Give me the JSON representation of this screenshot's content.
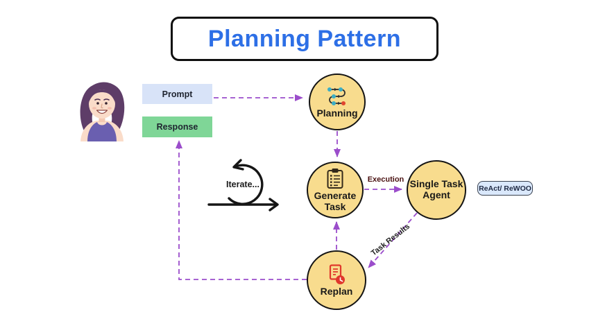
{
  "title": {
    "text": "Planning Pattern"
  },
  "user_flow": {
    "prompt_label": "Prompt",
    "response_label": "Response"
  },
  "nodes": {
    "planning": {
      "label": "Planning",
      "icon": "route-steps-icon"
    },
    "generate_task": {
      "label": "Generate Task",
      "icon": "clipboard-checklist-icon"
    },
    "single_task_agent": {
      "label": "Single Task Agent"
    },
    "replan": {
      "label": "Replan",
      "icon": "document-refresh-icon"
    }
  },
  "edge_labels": {
    "execution": "Execution",
    "task_results": "Task Results"
  },
  "iterate": {
    "label": "Iterate..."
  },
  "badge": {
    "label": "ReAct/ ReWOO"
  },
  "colors": {
    "title_blue": "#2D6FE6",
    "node_fill": "#F8DC8E",
    "node_border": "#141414",
    "arrow_purple": "#9B4DCB",
    "prompt_bg": "#D8E3F8",
    "response_bg": "#7FD697",
    "badge_bg": "#DAE8FB",
    "execution_text": "#4A1212",
    "iterate_stroke": "#161616"
  }
}
